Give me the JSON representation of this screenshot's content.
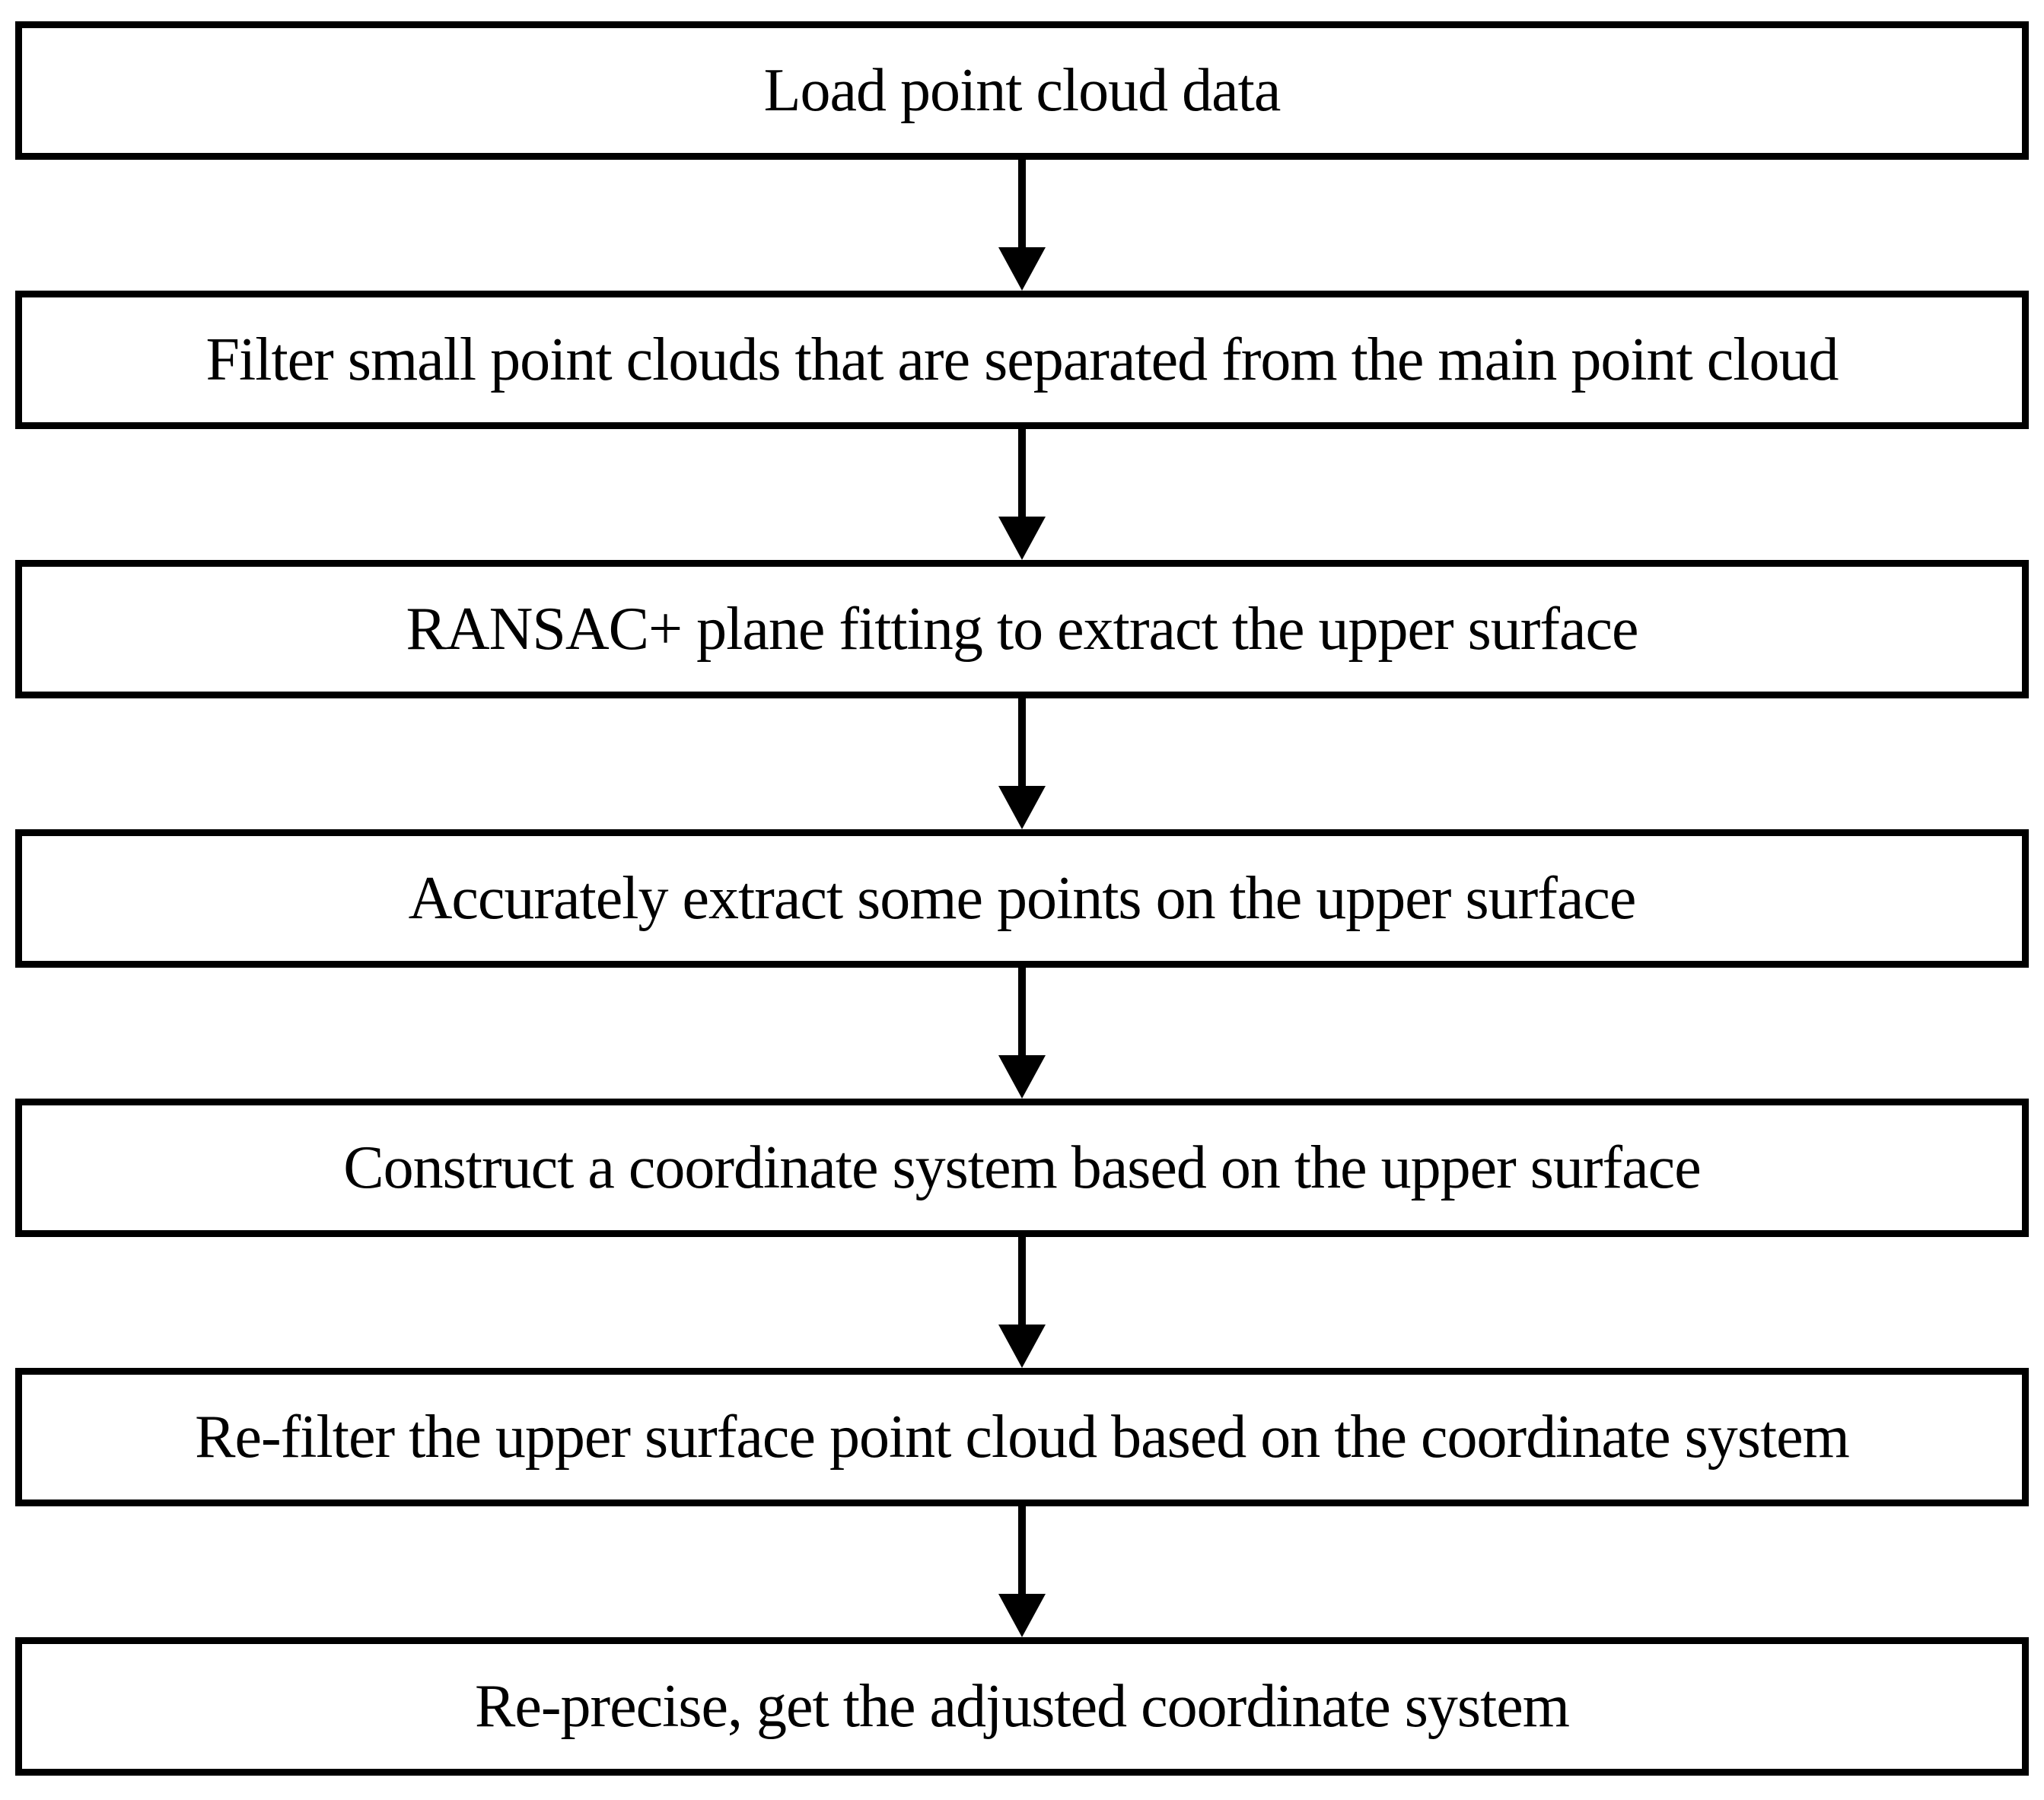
{
  "colors": {
    "border": "#000000",
    "text": "#000000",
    "background": "#ffffff"
  },
  "steps": [
    {
      "label": "Load point cloud data"
    },
    {
      "label": "Filter small point clouds that are separated from the main point cloud"
    },
    {
      "label": "RANSAC+ plane fitting to extract the upper surface"
    },
    {
      "label": "Accurately extract some points on the upper surface"
    },
    {
      "label": "Construct a coordinate system based on the upper surface"
    },
    {
      "label": "Re-filter the upper surface point cloud based on the coordinate system"
    },
    {
      "label": "Re-precise, get the adjusted coordinate system"
    }
  ]
}
